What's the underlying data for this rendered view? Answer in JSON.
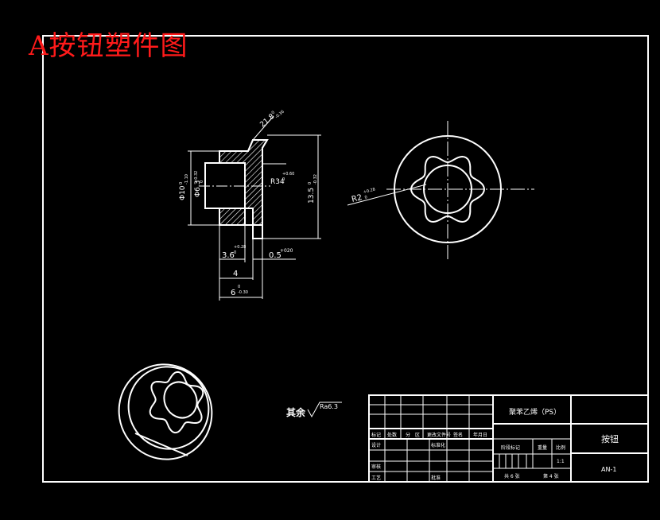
{
  "title": "A按钮塑件图",
  "dims": {
    "d_top": "21.8",
    "d_top_tol": "0\n-0.36",
    "d_outer_left": "Φ10",
    "d_outer_left_tol": "0\n-1.10",
    "d_inner_left": "Φ6.3",
    "d_inner_left_tol": "+0.32\n0",
    "r_inner": "R34",
    "r_inner_tol": "+0.60\n0",
    "h_right": "13.5",
    "h_right_tol": "0\n-0.32",
    "w_step": "3.6",
    "w_step_tol": "+0.28\n0",
    "w_lip": "0.5",
    "w_lip_tol": "+020",
    "w_mid": "4",
    "w_total": "6",
    "w_total_tol": "0\n-0.30",
    "r_petal": "R2",
    "r_petal_tol": "+0.28\n0"
  },
  "roughness": {
    "label": "其余",
    "value": "Ra6.3"
  },
  "titleblock": {
    "material": "聚苯乙烯（PS）",
    "part_name": "按钮",
    "drawing_no": "AN-1",
    "scale": "1:1",
    "row_headers": [
      "标记",
      "处数",
      "分",
      "区",
      "更改文件号",
      "签名",
      "年月日"
    ],
    "labels": {
      "design": "设计",
      "standardize": "标准化",
      "review": "审核",
      "process": "工艺",
      "approve": "批准",
      "stage_mark": "阶段标记",
      "weight": "重量",
      "ratio": "比例",
      "sheets_total": "共 6 张",
      "sheet_no": "第 4 张"
    }
  }
}
